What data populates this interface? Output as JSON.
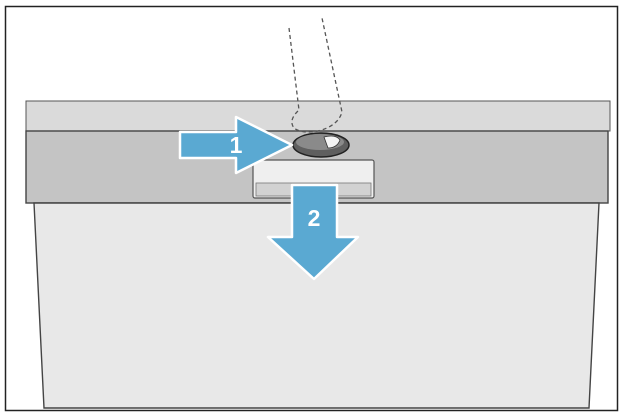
{
  "steps": [
    {
      "number": "1",
      "action": "push-latch"
    },
    {
      "number": "2",
      "action": "pull-down"
    }
  ],
  "colors": {
    "frame": "#222222",
    "countertop": "#dadada",
    "panel": "#c4c4c4",
    "door": "#e8e8e8",
    "arrow": "#5aa9d2",
    "arrow_border": "#ffffff",
    "latch": "#777777",
    "finger_outline": "#555555"
  }
}
